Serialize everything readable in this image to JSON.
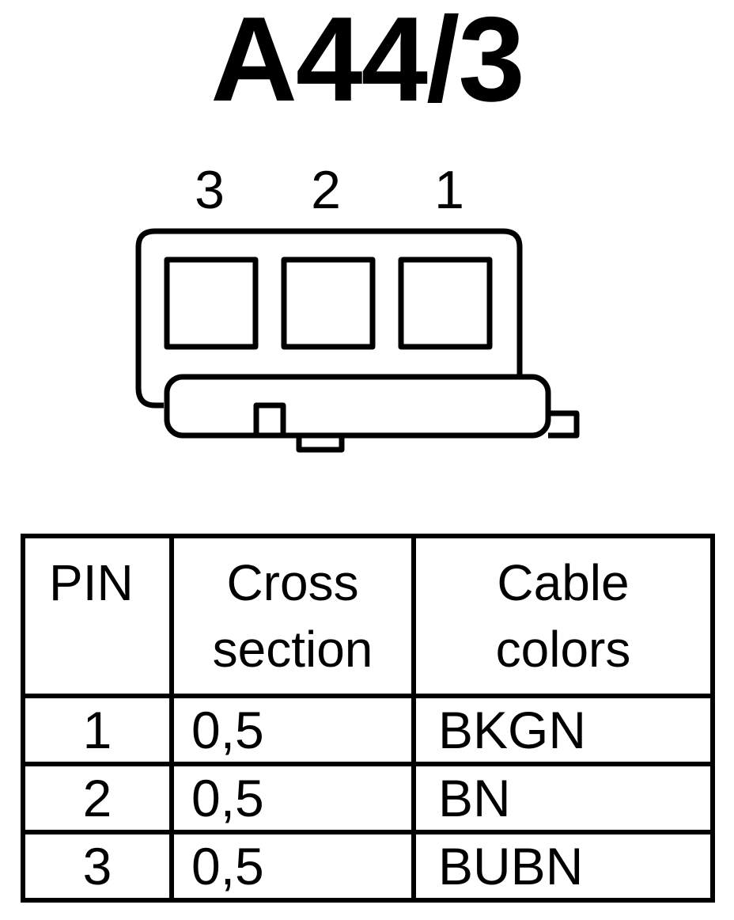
{
  "title": "A44/3",
  "connector": {
    "pin_labels": [
      "3",
      "2",
      "1"
    ]
  },
  "table": {
    "headers": {
      "pin": "PIN",
      "cross_section": [
        "Cross",
        "section"
      ],
      "cable_colors": [
        "Cable",
        "colors"
      ]
    },
    "rows": [
      {
        "pin": "1",
        "cross_section": "0,5",
        "color": "BKGN"
      },
      {
        "pin": "2",
        "cross_section": "0,5",
        "color": "BN"
      },
      {
        "pin": "3",
        "cross_section": "0,5",
        "color": "BUBN"
      }
    ]
  }
}
